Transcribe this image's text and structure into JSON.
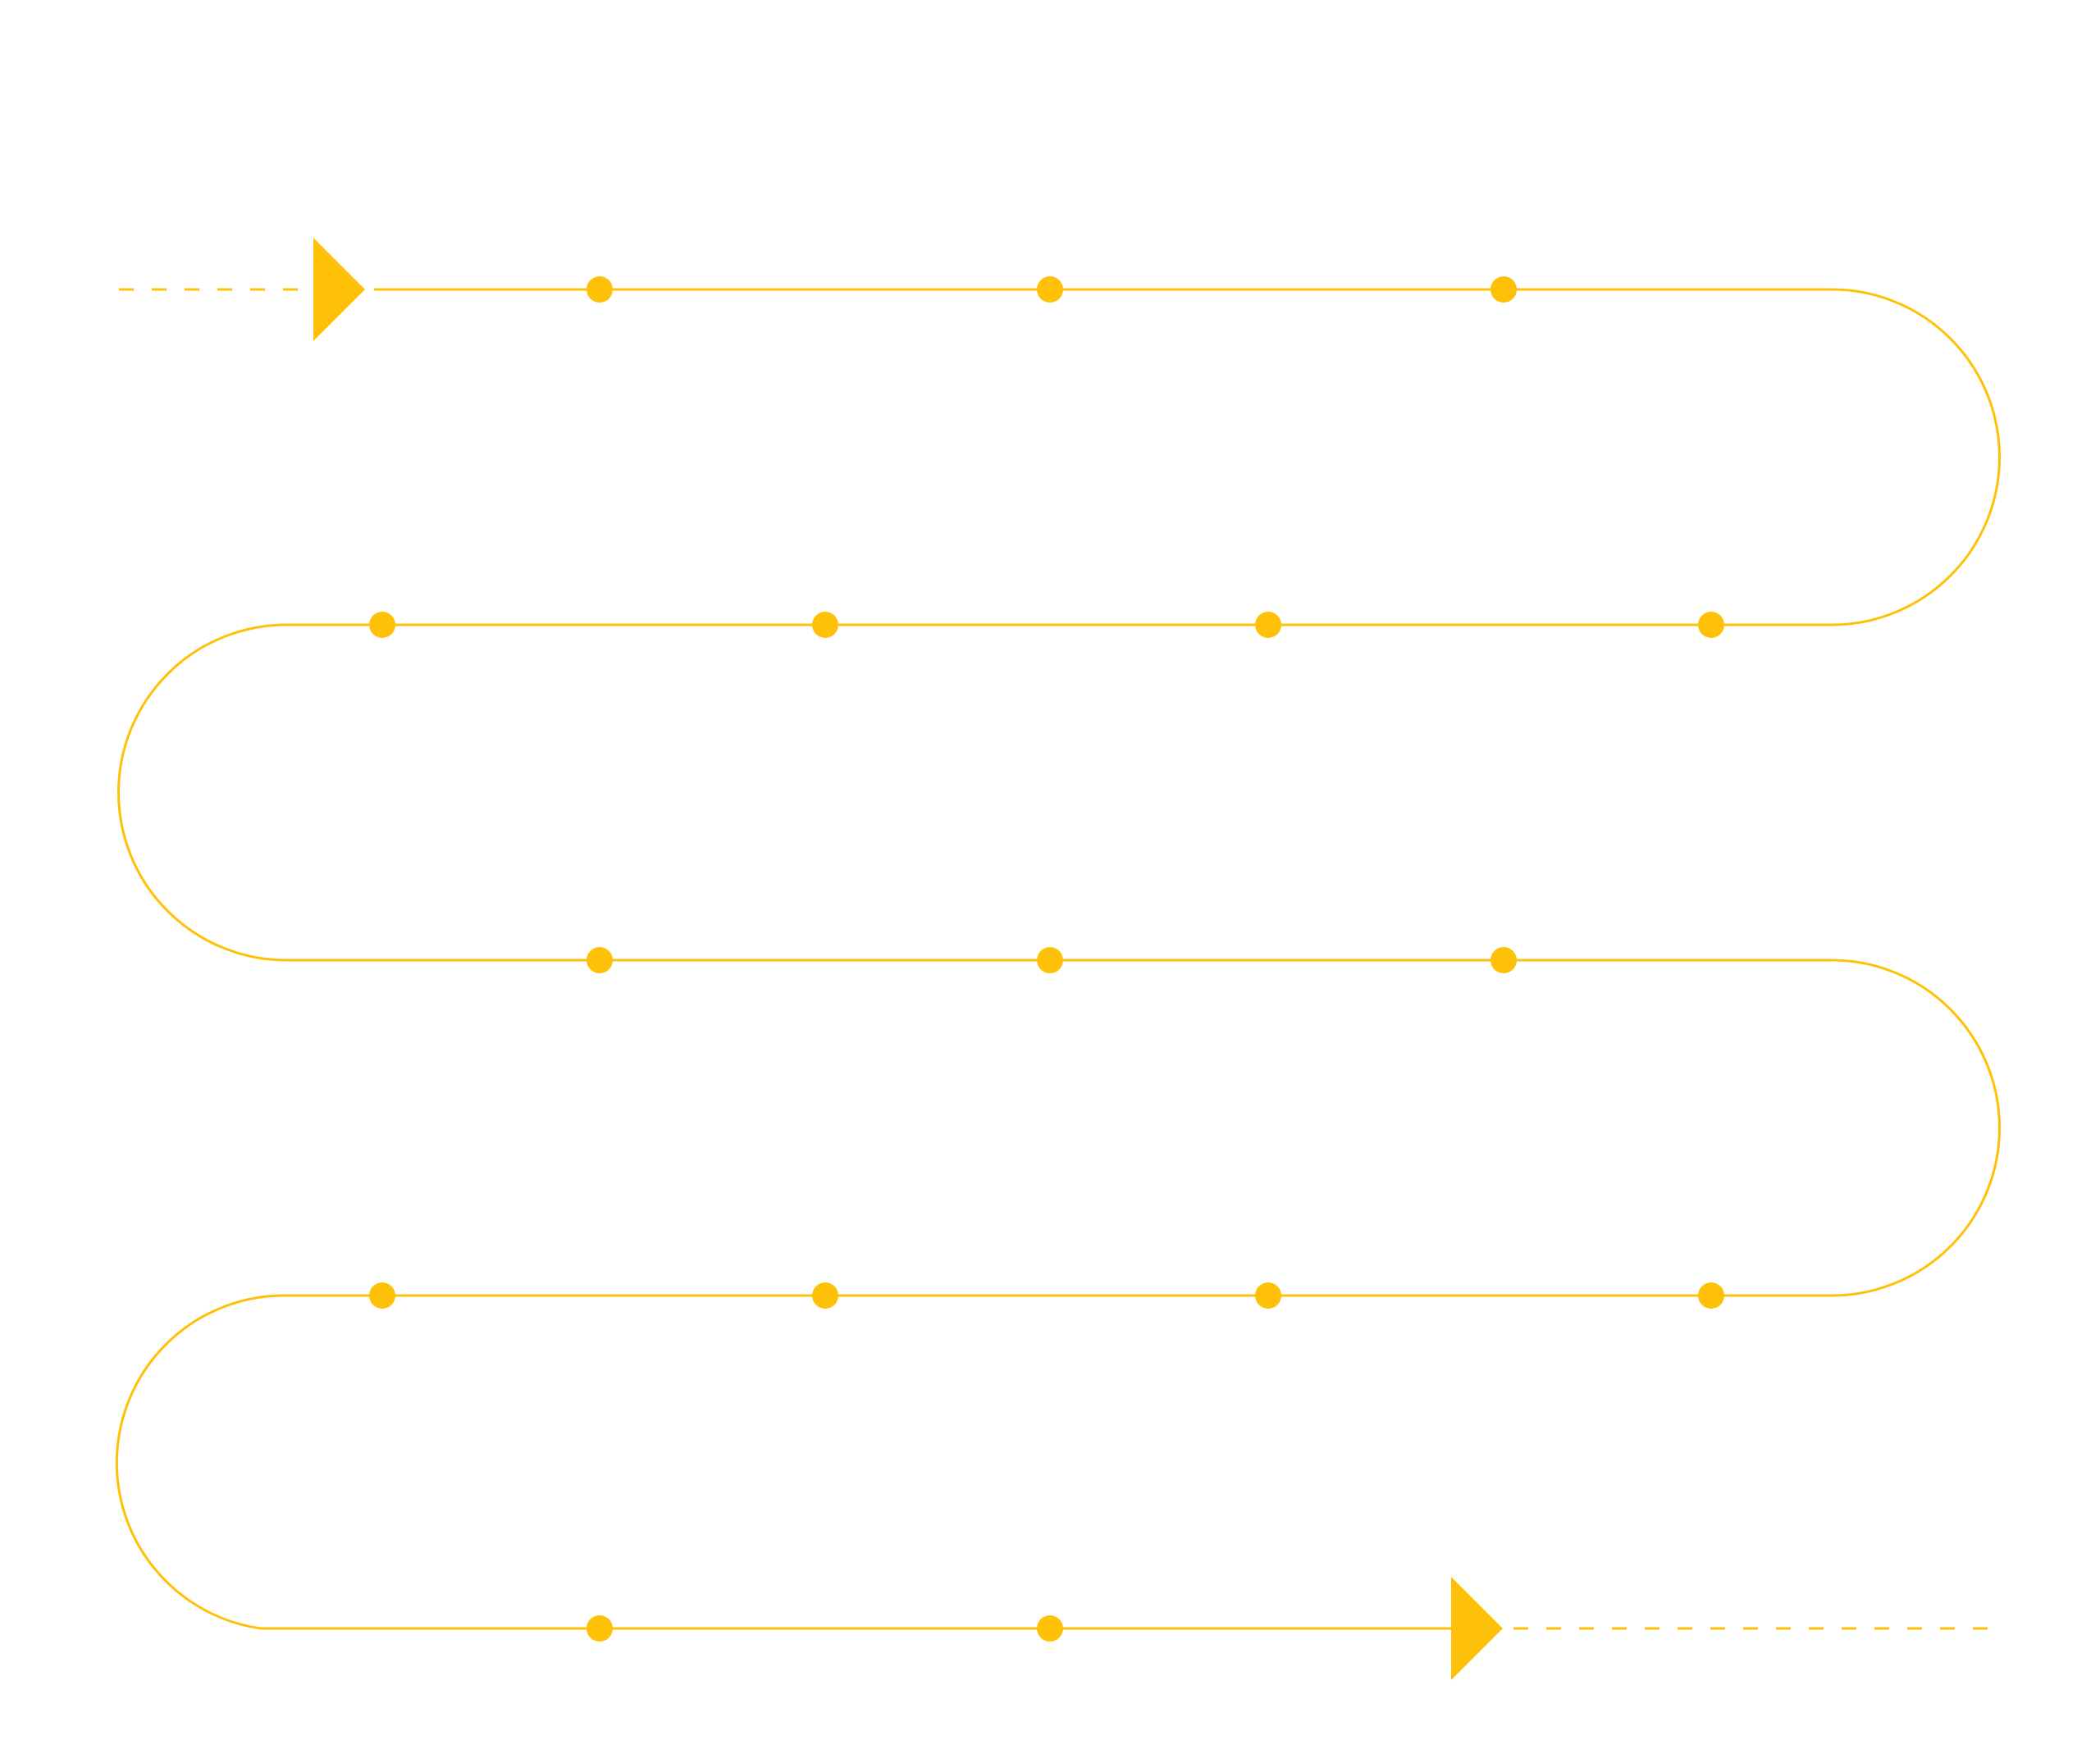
{
  "diagram": {
    "type": "serpentine-roadmap",
    "accent_color": "#FFC107",
    "background_color": "#FFFFFF",
    "rows": [
      {
        "direction": "right",
        "milestone_count": 3
      },
      {
        "direction": "left",
        "milestone_count": 4
      },
      {
        "direction": "right",
        "milestone_count": 3
      },
      {
        "direction": "left",
        "milestone_count": 4
      },
      {
        "direction": "right",
        "milestone_count": 2
      }
    ],
    "start_marker": "play-arrow-icon",
    "end_marker": "play-arrow-icon",
    "lead_in_style": "dashed",
    "lead_out_style": "dashed"
  }
}
